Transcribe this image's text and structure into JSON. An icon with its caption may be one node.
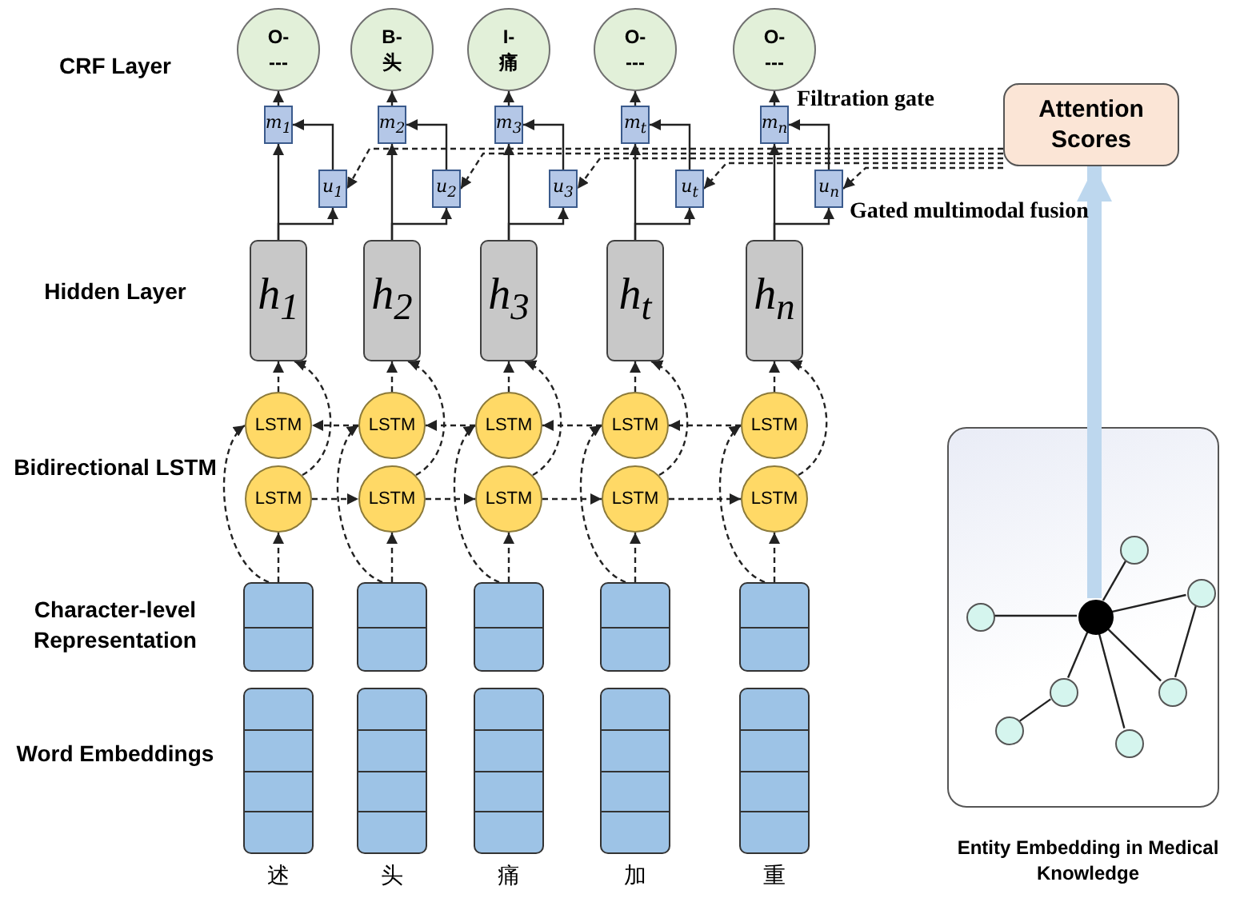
{
  "diagram": {
    "nodes": [
      {
        "text": [
          "O- ---"
        ]
      },
      {
        "text": [
          "B- 头"
        ]
      },
      {
        "text": [
          "I- 痛"
        ]
      },
      {
        "text": [
          "O- ---"
        ]
      },
      {
        "text": [
          "O- ---"
        ]
      },
      {
        "text": [
          "m$_{1}$"
        ]
      },
      {
        "text": [
          "m$_{2}$"
        ]
      },
      {
        "text": [
          "m$_{3}$"
        ]
      },
      {
        "text": [
          "m$_{t}$"
        ]
      },
      {
        "text": [
          "m$_{n}$"
        ]
      },
      {
        "text": [
          "u$_{1}$"
        ]
      },
      {
        "text": [
          "u$_{2}$"
        ]
      },
      {
        "text": [
          "u$_{3}$"
        ]
      },
      {
        "text": [
          "u$_{t}$"
        ]
      },
      {
        "text": [
          "u$_{n}$"
        ]
      },
      {
        "text": [
          "h$_{1}$"
        ]
      },
      {
        "text": [
          "h$_{2}$"
        ]
      },
      {
        "text": [
          "h$_{3}$"
        ]
      },
      {
        "text": [
          "h$_{t}$"
        ]
      },
      {
        "text": [
          "h$_{n}$"
        ]
      },
      {
        "text": [
          "LSTM"
        ]
      },
      {
        "text": [
          "LSTM"
        ]
      },
      {
        "text": [
          "LSTM"
        ]
      },
      {
        "text": [
          "LSTM"
        ]
      },
      {
        "text": [
          "LSTM"
        ]
      },
      {
        "text": [
          "LSTM"
        ]
      },
      {
        "text": [
          "LSTM"
        ]
      },
      {
        "text": [
          "LSTM"
        ]
      },
      {
        "text": [
          "LSTM"
        ]
      },
      {
        "text": [
          "LSTM"
        ]
      },
      {
        "text": [],
        "shape": "box"
      },
      {
        "text": [],
        "shape": "box"
      },
      {
        "text": [],
        "shape": "box"
      },
      {
        "text": [],
        "shape": "box"
      },
      {
        "text": [],
        "shape": "box"
      },
      {
        "text": [],
        "shape": "box",
        "beside": [
          "述"
        ]
      },
      {
        "text": [],
        "shape": "box",
        "beside": [
          "头"
        ]
      },
      {
        "text": [],
        "shape": "box",
        "beside": [
          "痛"
        ]
      },
      {
        "text": [],
        "shape": "box",
        "beside": [
          "加"
        ]
      },
      {
        "text": [],
        "shape": "box",
        "beside": [
          "重"
        ]
      },
      {
        "text": [
          "Attention Scores"
        ]
      },
      {
        "text": [],
        "shape": "box"
      },
      {
        "text": [],
        "shape": "circle",
        "in": 41
      },
      {
        "text": [],
        "shape": "circle",
        "in": 41
      },
      {
        "text": [],
        "shape": "circle",
        "in": 41
      },
      {
        "text": [],
        "shape": "circle",
        "in": 41
      },
      {
        "text": [],
        "shape": "circle",
        "in": 41
      },
      {
        "text": [],
        "shape": "circle",
        "in": 41
      },
      {
        "text": [],
        "shape": "circle",
        "in": 41
      },
      {
        "text": [],
        "shape": "circle",
        "in": 41
      }
    ],
    "edges": [
      {
        "from": 5,
        "to": 0,
        "arrow": "to"
      },
      {
        "from": 15,
        "to": 5,
        "arrow": "to"
      },
      {
        "from": 15,
        "to": 10,
        "arrow": "to"
      },
      {
        "from": 10,
        "to": 5,
        "arrow": "to"
      },
      {
        "from": 20,
        "to": 15,
        "arrow": "to",
        "style": "dashed"
      },
      {
        "from": 25,
        "to": 15,
        "arrow": "to",
        "style": "dashed"
      },
      {
        "from": 30,
        "to": 25,
        "arrow": "to",
        "style": "dashed"
      },
      {
        "from": 30,
        "to": 20,
        "arrow": "to",
        "style": "dashed"
      },
      {
        "from": 6,
        "to": 1,
        "arrow": "to"
      },
      {
        "from": 16,
        "to": 6,
        "arrow": "to"
      },
      {
        "from": 16,
        "to": 11,
        "arrow": "to"
      },
      {
        "from": 11,
        "to": 6,
        "arrow": "to"
      },
      {
        "from": 21,
        "to": 16,
        "arrow": "to",
        "style": "dashed"
      },
      {
        "from": 26,
        "to": 16,
        "arrow": "to",
        "style": "dashed"
      },
      {
        "from": 31,
        "to": 26,
        "arrow": "to",
        "style": "dashed"
      },
      {
        "from": 31,
        "to": 21,
        "arrow": "to",
        "style": "dashed"
      },
      {
        "from": 7,
        "to": 2,
        "arrow": "to"
      },
      {
        "from": 17,
        "to": 7,
        "arrow": "to"
      },
      {
        "from": 17,
        "to": 12,
        "arrow": "to"
      },
      {
        "from": 12,
        "to": 7,
        "arrow": "to"
      },
      {
        "from": 22,
        "to": 17,
        "arrow": "to",
        "style": "dashed"
      },
      {
        "from": 27,
        "to": 17,
        "arrow": "to",
        "style": "dashed"
      },
      {
        "from": 32,
        "to": 27,
        "arrow": "to",
        "style": "dashed"
      },
      {
        "from": 32,
        "to": 22,
        "arrow": "to",
        "style": "dashed"
      },
      {
        "from": 8,
        "to": 3,
        "arrow": "to"
      },
      {
        "from": 18,
        "to": 8,
        "arrow": "to"
      },
      {
        "from": 18,
        "to": 13,
        "arrow": "to"
      },
      {
        "from": 13,
        "to": 8,
        "arrow": "to"
      },
      {
        "from": 23,
        "to": 18,
        "arrow": "to",
        "style": "dashed"
      },
      {
        "from": 28,
        "to": 18,
        "arrow": "to",
        "style": "dashed"
      },
      {
        "from": 33,
        "to": 28,
        "arrow": "to",
        "style": "dashed"
      },
      {
        "from": 33,
        "to": 23,
        "arrow": "to",
        "style": "dashed"
      },
      {
        "from": 9,
        "to": 4,
        "arrow": "to"
      },
      {
        "from": 19,
        "to": 9,
        "arrow": "to"
      },
      {
        "from": 19,
        "to": 14,
        "arrow": "to"
      },
      {
        "from": 14,
        "to": 9,
        "arrow": "to"
      },
      {
        "from": 24,
        "to": 19,
        "arrow": "to",
        "style": "dashed"
      },
      {
        "from": 29,
        "to": 19,
        "arrow": "to",
        "style": "dashed"
      },
      {
        "from": 34,
        "to": 29,
        "arrow": "to",
        "style": "dashed"
      },
      {
        "from": 34,
        "to": 24,
        "arrow": "to",
        "style": "dashed"
      },
      {
        "from": 21,
        "to": 20,
        "arrow": "to",
        "style": "dashed"
      },
      {
        "from": 22,
        "to": 21,
        "arrow": "to",
        "style": "dashed"
      },
      {
        "from": 23,
        "to": 22,
        "arrow": "to",
        "style": "dashed"
      },
      {
        "from": 24,
        "to": 23,
        "arrow": "to",
        "style": "dashed"
      },
      {
        "from": 25,
        "to": 26,
        "arrow": "to",
        "style": "dashed"
      },
      {
        "from": 26,
        "to": 27,
        "arrow": "to",
        "style": "dashed"
      },
      {
        "from": 27,
        "to": 28,
        "arrow": "to",
        "style": "dashed"
      },
      {
        "from": 28,
        "to": 29,
        "arrow": "to",
        "style": "dashed"
      },
      {
        "from": 40,
        "to": 10,
        "arrow": "to",
        "style": "dashed"
      },
      {
        "from": 40,
        "to": 11,
        "arrow": "to",
        "style": "dashed"
      },
      {
        "from": 40,
        "to": 12,
        "arrow": "to",
        "style": "dashed"
      },
      {
        "from": 40,
        "to": 13,
        "arrow": "to",
        "style": "dashed"
      },
      {
        "from": 40,
        "to": 14,
        "arrow": "to",
        "style": "dashed"
      },
      {
        "from": 45,
        "to": 42,
        "arrow": "none"
      },
      {
        "from": 45,
        "to": 43,
        "arrow": "none"
      },
      {
        "from": 45,
        "to": 44,
        "arrow": "none"
      },
      {
        "from": 45,
        "to": 46,
        "arrow": "none"
      },
      {
        "from": 45,
        "to": 47,
        "arrow": "none"
      },
      {
        "from": 45,
        "to": 49,
        "arrow": "none"
      },
      {
        "from": 46,
        "to": 48,
        "arrow": "none"
      },
      {
        "from": 43,
        "to": 47,
        "arrow": "none"
      },
      {
        "from": 45,
        "to": 40,
        "arrow": "to",
        "style": "thick",
        "color": "#bdd7ee"
      }
    ],
    "labels": [
      "CRF Layer",
      "Filtration gate",
      "Gated multimodal fusion",
      "Hidden Layer",
      "Bidirectional LSTM",
      "Character-level Representation",
      "Word Embeddings",
      "Entity Embedding in Medical Knowledge"
    ]
  }
}
